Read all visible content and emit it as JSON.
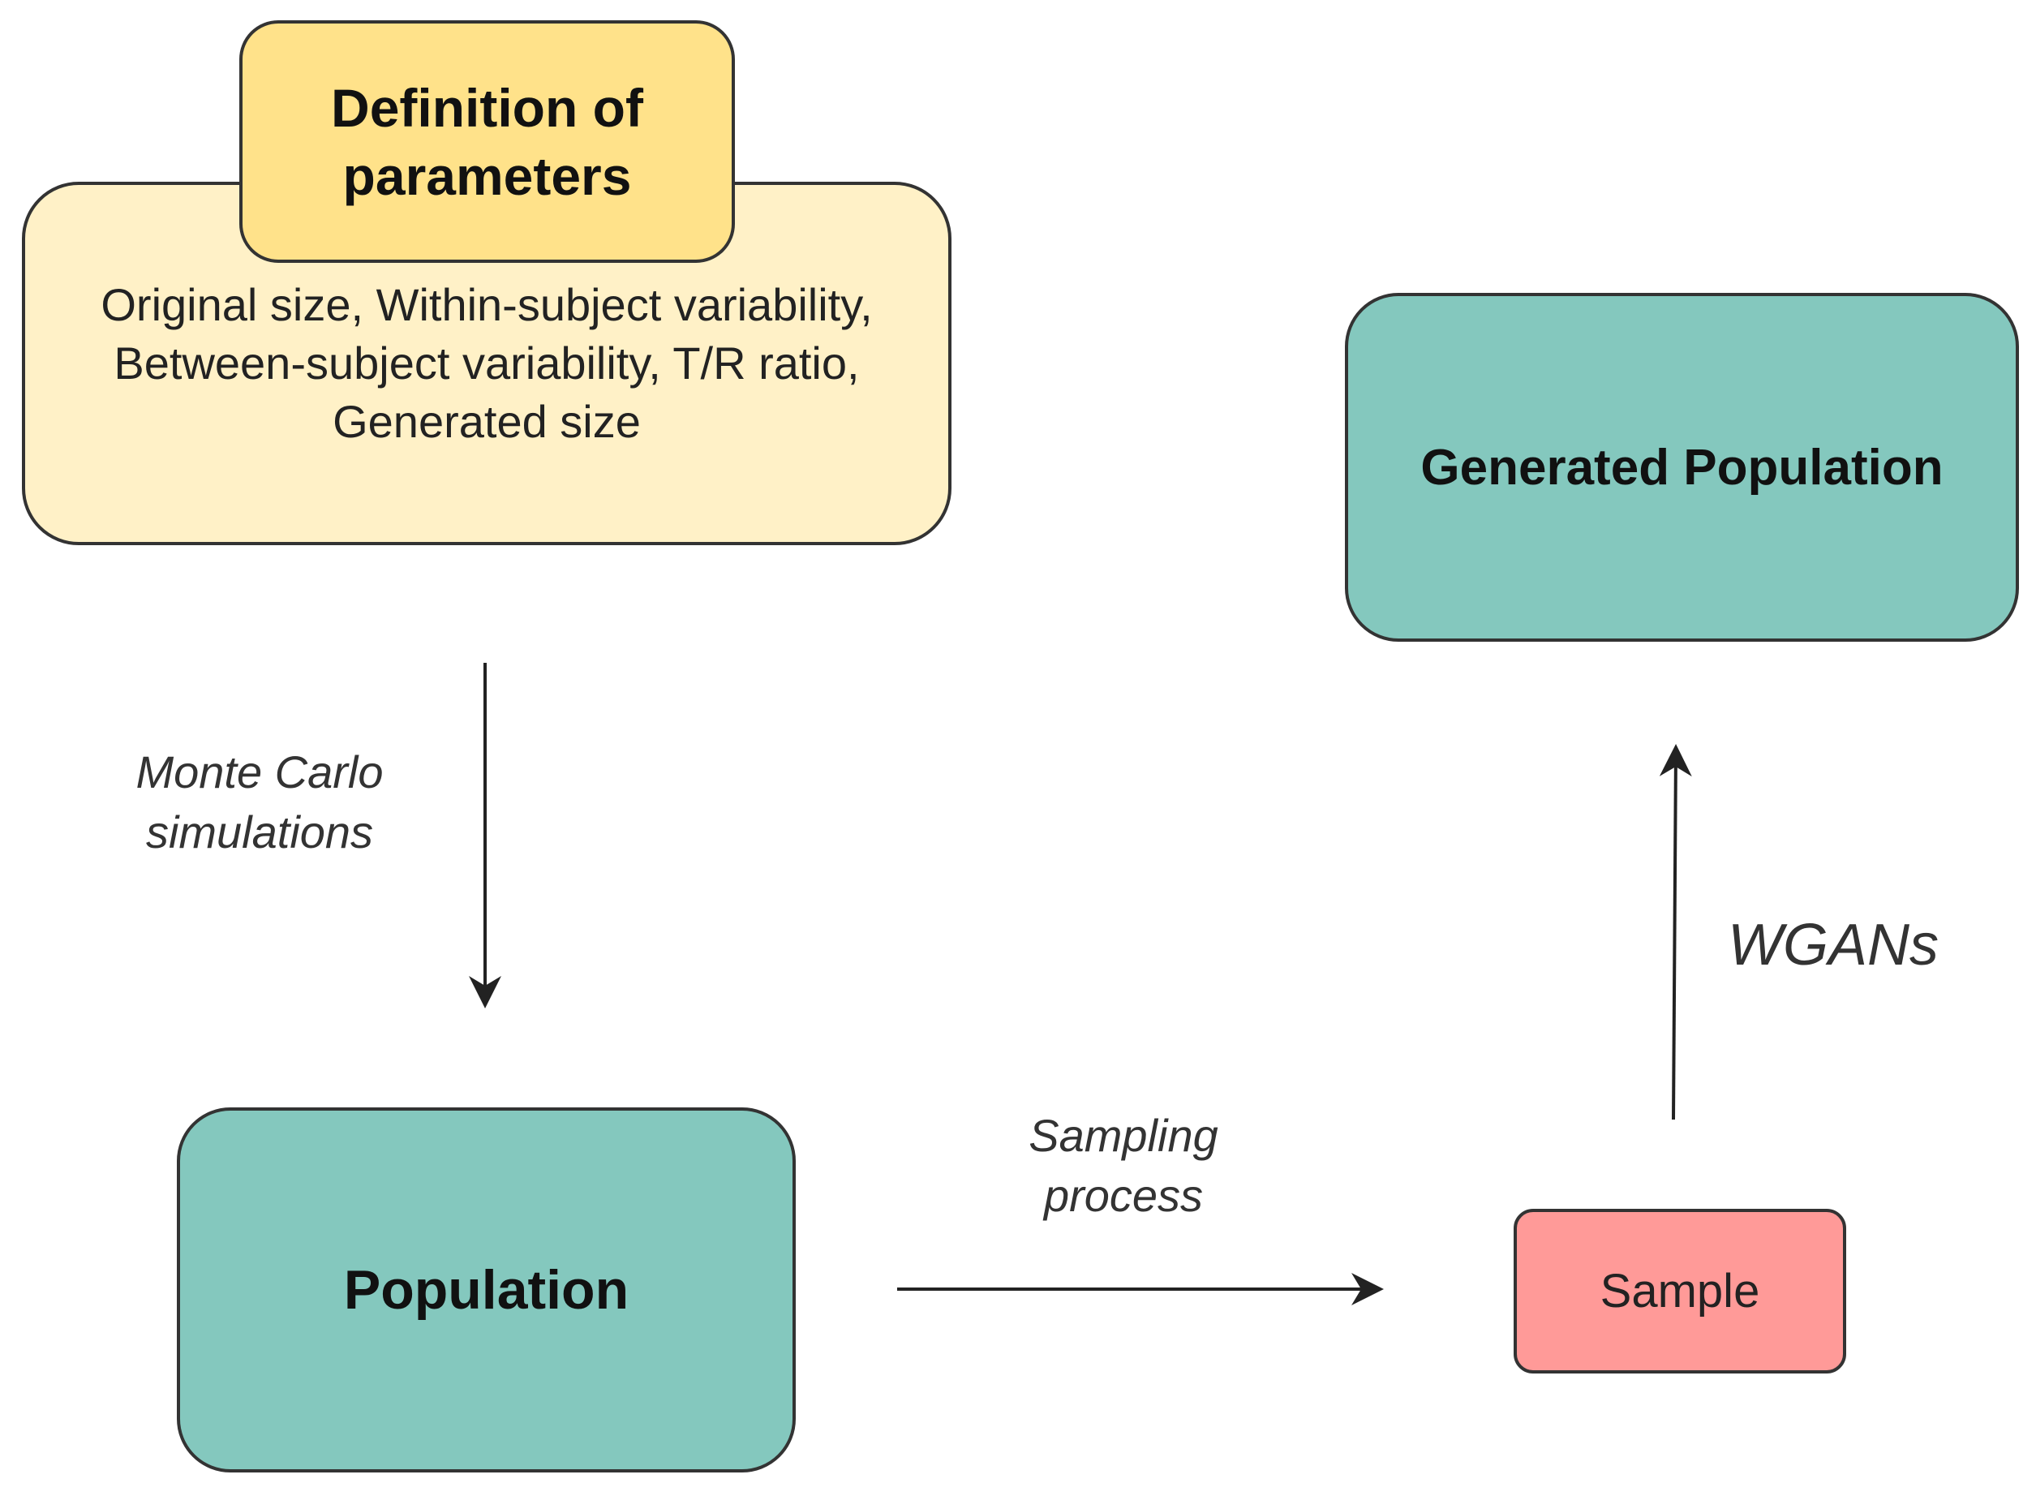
{
  "nodes": {
    "params_title": "Definition of parameters",
    "params_text_lines": [
      "Original size, Within-subject variability,",
      "Between-subject variability, T/R ratio,",
      "Generated size"
    ],
    "population": "Population",
    "generated_population": "Generated Population",
    "sample": "Sample"
  },
  "edges": {
    "monte_carlo": [
      "Monte Carlo",
      "simulations"
    ],
    "sampling": [
      "Sampling",
      "process"
    ],
    "wgans": "WGANs"
  },
  "colors": {
    "params_fill": "#FFF1C7",
    "params_title_fill": "#FFE28A",
    "teal_fill": "#84C8BE",
    "sample_fill": "#FF9A98",
    "border": "#333333",
    "arrow": "#222222"
  }
}
